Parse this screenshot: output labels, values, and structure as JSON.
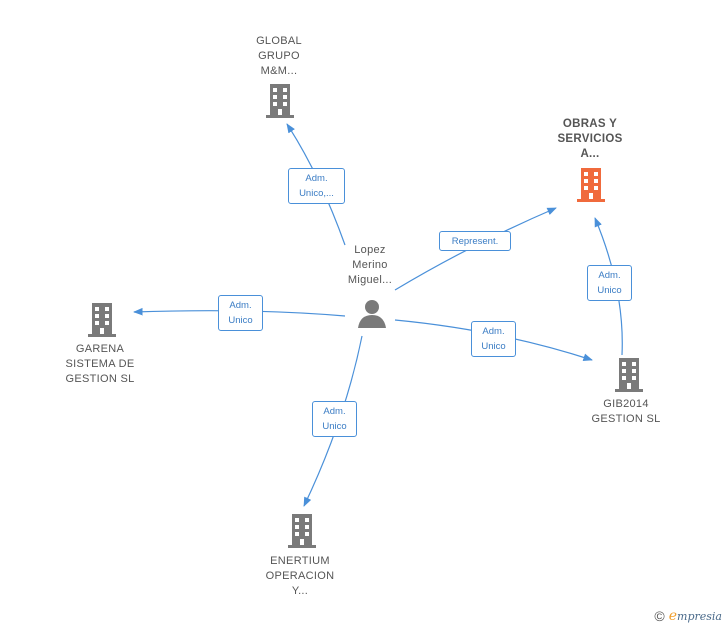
{
  "colors": {
    "building": "#7a7a7a",
    "building_highlight": "#f06a3c",
    "person": "#7a7a7a",
    "edge": "#4a90d9"
  },
  "nodes": {
    "person": {
      "label": "Lopez\nMerino\nMiguel...",
      "icon": "person-icon"
    },
    "global": {
      "label": "GLOBAL\nGRUPO\nM&M...",
      "icon": "building-icon"
    },
    "obras": {
      "label": "OBRAS Y\nSERVICIOS\nA...",
      "icon": "building-icon"
    },
    "garena": {
      "label": "GARENA\nSISTEMA DE\nGESTION SL",
      "icon": "building-icon"
    },
    "gib": {
      "label": "GIB2014\nGESTION  SL",
      "icon": "building-icon"
    },
    "enertium": {
      "label": "ENERTIUM\nOPERACION\nY...",
      "icon": "building-icon"
    }
  },
  "edges": {
    "to_global": "Adm.\nUnico,...",
    "to_obras": "Represent.",
    "to_garena": "Adm.\nUnico",
    "to_gib": "Adm.\nUnico",
    "to_enertium": "Adm.\nUnico",
    "gib_to_obras": "Adm.\nUnico"
  },
  "footer": {
    "copyright": "©",
    "brand_first": "e",
    "brand_rest": "mpresia"
  }
}
